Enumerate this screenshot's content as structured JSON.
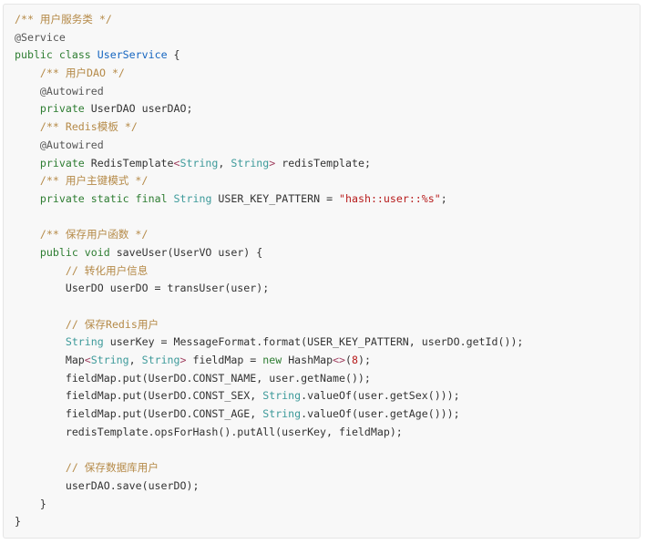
{
  "code": {
    "language": "java",
    "colors": {
      "comment": "#b58a48",
      "keyword": "#2e7d32",
      "type": "#3d9a9a",
      "class": "#1565c0",
      "annotation": "#555555",
      "string": "#b71c1c",
      "operator": "#a04060",
      "plain": "#333333",
      "background": "#f8f8f8"
    },
    "lines": [
      [
        {
          "t": "comment",
          "v": "/** 用户服务类 */"
        }
      ],
      [
        {
          "t": "annotation",
          "v": "@Service"
        }
      ],
      [
        {
          "t": "keyword",
          "v": "public"
        },
        {
          "t": "plain",
          "v": " "
        },
        {
          "t": "keyword",
          "v": "class"
        },
        {
          "t": "plain",
          "v": " "
        },
        {
          "t": "class",
          "v": "UserService"
        },
        {
          "t": "plain",
          "v": " {"
        }
      ],
      [
        {
          "t": "plain",
          "v": "    "
        },
        {
          "t": "comment",
          "v": "/** 用户DAO */"
        }
      ],
      [
        {
          "t": "plain",
          "v": "    "
        },
        {
          "t": "annotation",
          "v": "@Autowired"
        }
      ],
      [
        {
          "t": "plain",
          "v": "    "
        },
        {
          "t": "keyword",
          "v": "private"
        },
        {
          "t": "plain",
          "v": " UserDAO userDAO;"
        }
      ],
      [
        {
          "t": "plain",
          "v": "    "
        },
        {
          "t": "comment",
          "v": "/** Redis模板 */"
        }
      ],
      [
        {
          "t": "plain",
          "v": "    "
        },
        {
          "t": "annotation",
          "v": "@Autowired"
        }
      ],
      [
        {
          "t": "plain",
          "v": "    "
        },
        {
          "t": "keyword",
          "v": "private"
        },
        {
          "t": "plain",
          "v": " RedisTemplate"
        },
        {
          "t": "operator",
          "v": "<"
        },
        {
          "t": "type",
          "v": "String"
        },
        {
          "t": "plain",
          "v": ", "
        },
        {
          "t": "type",
          "v": "String"
        },
        {
          "t": "operator",
          "v": ">"
        },
        {
          "t": "plain",
          "v": " redisTemplate;"
        }
      ],
      [
        {
          "t": "plain",
          "v": "    "
        },
        {
          "t": "comment",
          "v": "/** 用户主键模式 */"
        }
      ],
      [
        {
          "t": "plain",
          "v": "    "
        },
        {
          "t": "keyword",
          "v": "private"
        },
        {
          "t": "plain",
          "v": " "
        },
        {
          "t": "keyword",
          "v": "static"
        },
        {
          "t": "plain",
          "v": " "
        },
        {
          "t": "keyword",
          "v": "final"
        },
        {
          "t": "plain",
          "v": " "
        },
        {
          "t": "type",
          "v": "String"
        },
        {
          "t": "plain",
          "v": " USER_KEY_PATTERN = "
        },
        {
          "t": "string",
          "v": "\"hash::user::%s\""
        },
        {
          "t": "plain",
          "v": ";"
        }
      ],
      [
        {
          "t": "plain",
          "v": ""
        }
      ],
      [
        {
          "t": "plain",
          "v": "    "
        },
        {
          "t": "comment",
          "v": "/** 保存用户函数 */"
        }
      ],
      [
        {
          "t": "plain",
          "v": "    "
        },
        {
          "t": "keyword",
          "v": "public"
        },
        {
          "t": "plain",
          "v": " "
        },
        {
          "t": "keyword",
          "v": "void"
        },
        {
          "t": "plain",
          "v": " saveUser(UserVO user) {"
        }
      ],
      [
        {
          "t": "plain",
          "v": "        "
        },
        {
          "t": "comment",
          "v": "// 转化用户信息"
        }
      ],
      [
        {
          "t": "plain",
          "v": "        UserDO userDO = transUser(user);"
        }
      ],
      [
        {
          "t": "plain",
          "v": ""
        }
      ],
      [
        {
          "t": "plain",
          "v": "        "
        },
        {
          "t": "comment",
          "v": "// 保存Redis用户"
        }
      ],
      [
        {
          "t": "plain",
          "v": "        "
        },
        {
          "t": "type",
          "v": "String"
        },
        {
          "t": "plain",
          "v": " userKey = MessageFormat.format(USER_KEY_PATTERN, userDO.getId());"
        }
      ],
      [
        {
          "t": "plain",
          "v": "        Map"
        },
        {
          "t": "operator",
          "v": "<"
        },
        {
          "t": "type",
          "v": "String"
        },
        {
          "t": "plain",
          "v": ", "
        },
        {
          "t": "type",
          "v": "String"
        },
        {
          "t": "operator",
          "v": ">"
        },
        {
          "t": "plain",
          "v": " fieldMap = "
        },
        {
          "t": "keyword",
          "v": "new"
        },
        {
          "t": "plain",
          "v": " HashMap"
        },
        {
          "t": "operator",
          "v": "<>"
        },
        {
          "t": "plain",
          "v": "("
        },
        {
          "t": "number",
          "v": "8"
        },
        {
          "t": "plain",
          "v": ");"
        }
      ],
      [
        {
          "t": "plain",
          "v": "        fieldMap.put(UserDO.CONST_NAME, user.getName());"
        }
      ],
      [
        {
          "t": "plain",
          "v": "        fieldMap.put(UserDO.CONST_SEX, "
        },
        {
          "t": "type",
          "v": "String"
        },
        {
          "t": "plain",
          "v": ".valueOf(user.getSex()));"
        }
      ],
      [
        {
          "t": "plain",
          "v": "        fieldMap.put(UserDO.CONST_AGE, "
        },
        {
          "t": "type",
          "v": "String"
        },
        {
          "t": "plain",
          "v": ".valueOf(user.getAge()));"
        }
      ],
      [
        {
          "t": "plain",
          "v": "        redisTemplate.opsForHash().putAll(userKey, fieldMap);"
        }
      ],
      [
        {
          "t": "plain",
          "v": ""
        }
      ],
      [
        {
          "t": "plain",
          "v": "        "
        },
        {
          "t": "comment",
          "v": "// 保存数据库用户"
        }
      ],
      [
        {
          "t": "plain",
          "v": "        userDAO.save(userDO);"
        }
      ],
      [
        {
          "t": "plain",
          "v": "    }"
        }
      ],
      [
        {
          "t": "plain",
          "v": "}"
        }
      ]
    ]
  }
}
